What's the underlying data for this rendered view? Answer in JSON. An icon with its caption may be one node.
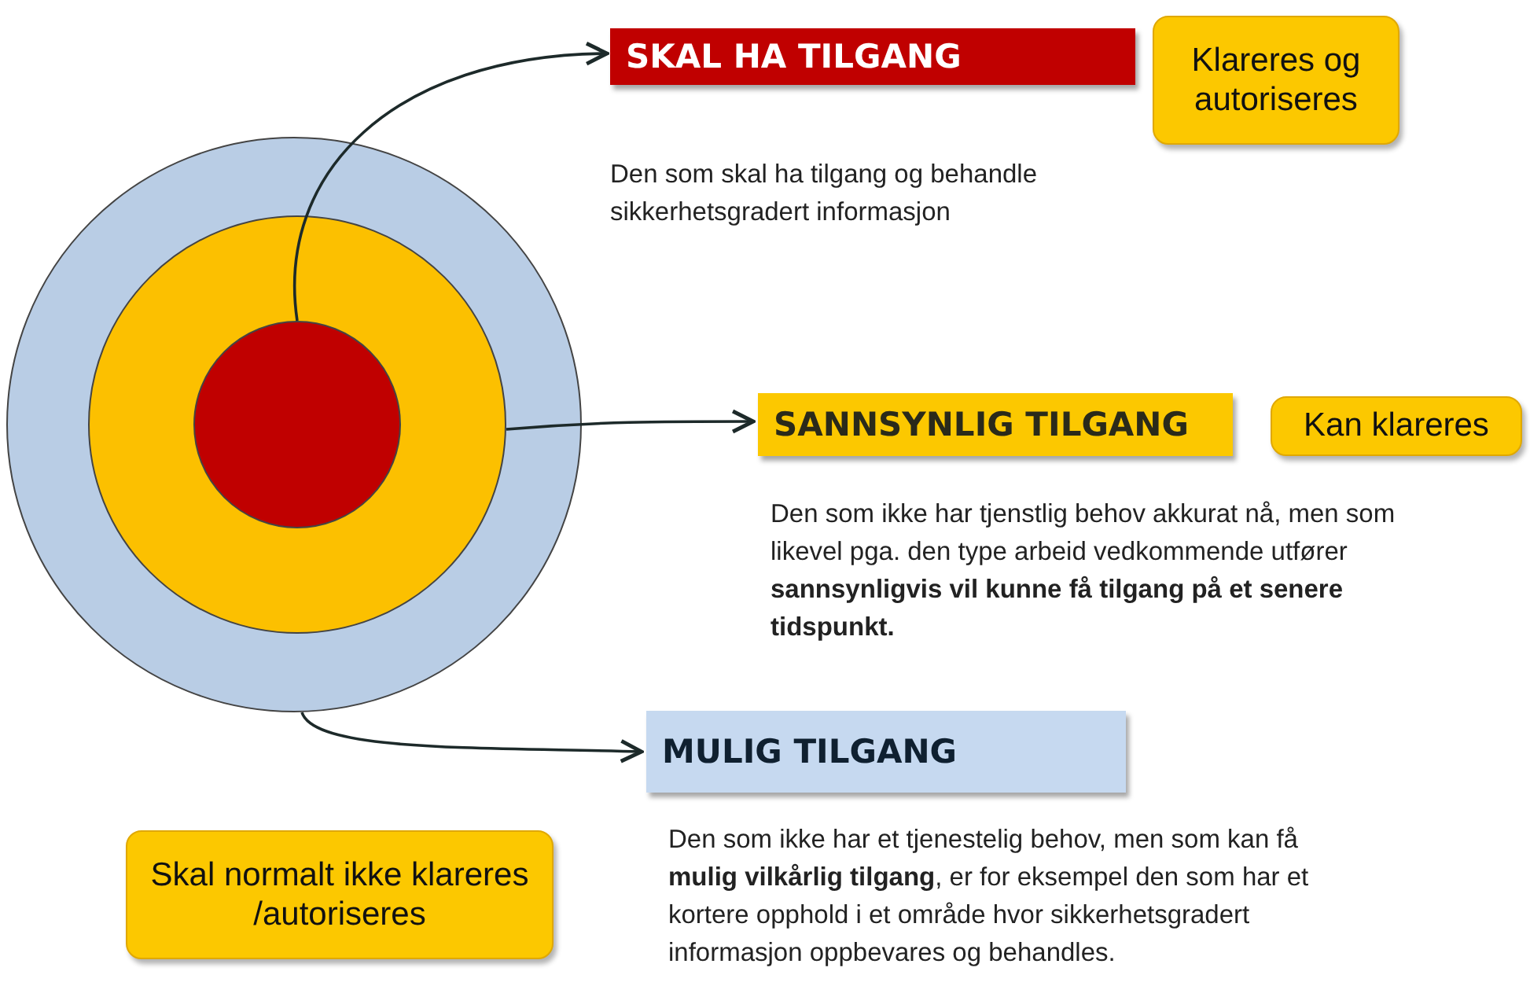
{
  "diagram": {
    "nodes": [
      {
        "text": [],
        "shape": "circle"
      },
      {
        "text": [],
        "shape": "circle",
        "in": 0
      },
      {
        "text": [],
        "shape": "circle",
        "in": 1
      },
      {
        "text": [
          "SKAL HA TILGANG"
        ],
        "beside": [
          "Den som skal ha tilgang og behandle sikkerhetsgradert informasjon"
        ]
      },
      {
        "text": [
          "Klareres og autoriseres"
        ]
      },
      {
        "text": [
          "SANNSYNLIG TILGANG"
        ],
        "beside": [
          "Den som ikke har tjenstlig behov akkurat nå, men som likevel pga. den type arbeid vedkommende utfører **sannsynligvis vil kunne få tilgang på et senere tidspunkt.**"
        ]
      },
      {
        "text": [
          "Kan klareres"
        ]
      },
      {
        "text": [
          "MULIG TILGANG"
        ],
        "beside": [
          "Den som ikke har et tjenestelig behov, men som kan få **mulig vilkårlig tilgang**, er for eksempel den som har et kortere opphold i et område hvor sikkerhetsgradert informasjon oppbevares og behandles."
        ]
      },
      {
        "text": [
          "Skal normalt ikke klareres /autoriseres"
        ]
      }
    ],
    "edges": [
      {
        "from": 2,
        "to": 3,
        "arrow": "to"
      },
      {
        "from": 1,
        "to": 5,
        "arrow": "to"
      },
      {
        "from": 0,
        "to": 7,
        "arrow": "to"
      }
    ]
  }
}
